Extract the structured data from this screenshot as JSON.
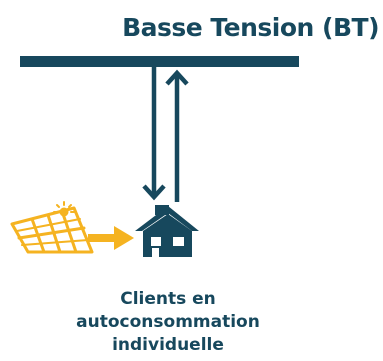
{
  "colors": {
    "navy": "#17485d",
    "solar_yellow": "#f5b321",
    "background": "#ffffff"
  },
  "title": "Basse Tension (BT)",
  "consumer": {
    "lines": [
      "Clients en",
      "autoconsommation",
      "individuelle"
    ]
  },
  "icons": {
    "house": "house-icon",
    "solar_panel": "solar-panel-icon",
    "sun": "sun-icon"
  }
}
